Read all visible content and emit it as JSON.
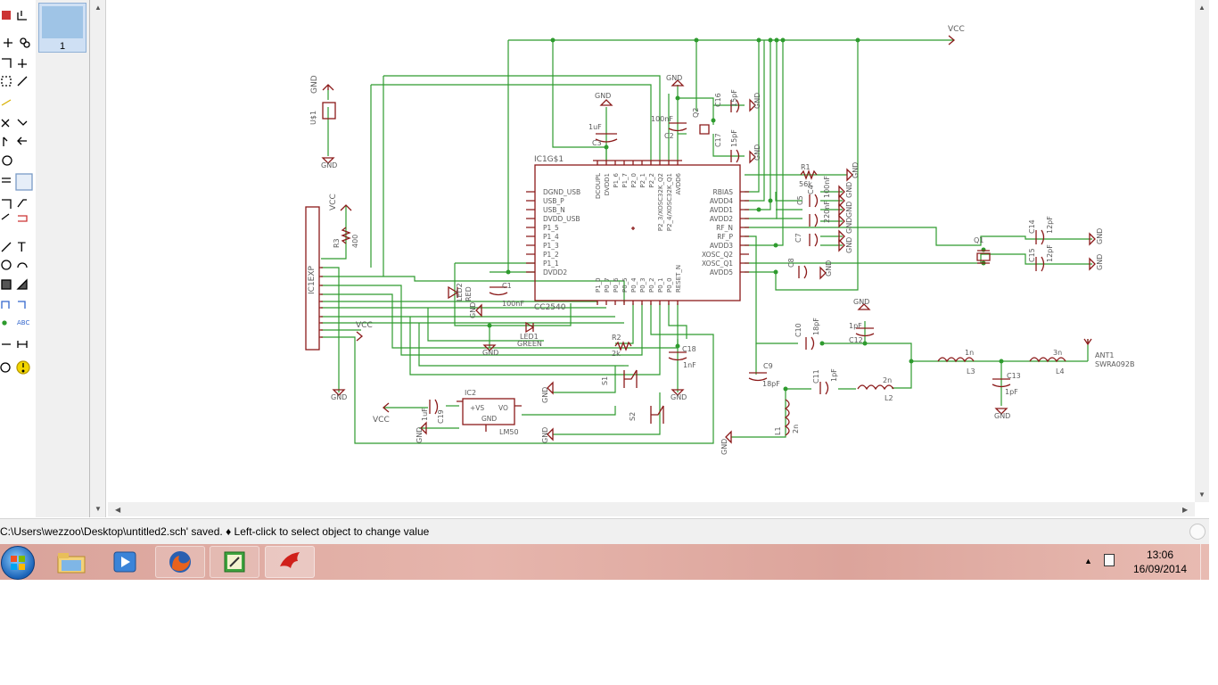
{
  "pages_panel": {
    "page_number": "1"
  },
  "schematic": {
    "net_labels": [
      "VCC",
      "GND",
      "VCC",
      "VCC",
      "VCC"
    ],
    "u1": "U$1",
    "ic1": {
      "ref": "IC1G$1",
      "name": "CC2540",
      "left_pins": [
        "DGND_USB",
        "USB_P",
        "USB_N",
        "DVDD_USB",
        "P1_5",
        "P1_4",
        "P1_3",
        "P1_2",
        "P1_1",
        "DVDD2"
      ],
      "top_pins": [
        "DCOUPL",
        "DVDD1",
        "P1_6",
        "P1_7",
        "P2_0",
        "P2_1",
        "P2_2",
        "P2_3/XOSC32K_Q2",
        "P2_4/XOSC32K_Q1",
        "AVDD6"
      ],
      "right_pins": [
        "RBIAS",
        "AVDD4",
        "AVDD1",
        "AVDD2",
        "RF_N",
        "RF_P",
        "AVDD3",
        "XOSC_Q2",
        "XOSC_Q1",
        "AVDD5"
      ],
      "bottom_pins": [
        "P1_0",
        "P0_7",
        "P0_6",
        "P0_5",
        "P0_4",
        "P0_3",
        "P0_2",
        "P0_1",
        "P0_0",
        "RESET_N"
      ]
    },
    "components": {
      "c1": {
        "ref": "C1",
        "value": "100nF"
      },
      "c2": {
        "ref": "C2",
        "value": "100nF"
      },
      "c3": {
        "ref": "C3",
        "value": "1uF"
      },
      "c4": {
        "ref": "C4",
        "value": "100nF"
      },
      "c5": {
        "ref": "C5",
        "value": "220nF"
      },
      "c7": {
        "ref": "C7"
      },
      "c8": {
        "ref": "C8"
      },
      "c9": {
        "ref": "C9",
        "value": "18pF"
      },
      "c10": {
        "ref": "C10",
        "value": "18pF"
      },
      "c11": {
        "ref": "C11",
        "value": "1pF"
      },
      "c12": {
        "ref": "C12",
        "value": "1pF"
      },
      "c13": {
        "ref": "C13",
        "value": "1pF"
      },
      "c14": {
        "ref": "C14",
        "value": "12pF"
      },
      "c15": {
        "ref": "C15",
        "value": "12pF"
      },
      "c16": {
        "ref": "C16",
        "value": "15pF"
      },
      "c17": {
        "ref": "C17",
        "value": "15pF"
      },
      "c18": {
        "ref": "C18",
        "value": "1nF"
      },
      "c19": {
        "ref": "C19",
        "value": "1uF"
      },
      "r1": {
        "ref": "R1",
        "value": "56k"
      },
      "r2": {
        "ref": "R2",
        "value": "2k"
      },
      "r3": {
        "ref": "R3",
        "value": "400"
      },
      "l1": {
        "ref": "L1",
        "value": "2n"
      },
      "l2": {
        "ref": "L2",
        "value": "2n"
      },
      "l3": {
        "ref": "L3",
        "value": "1n"
      },
      "l4": {
        "ref": "L4",
        "value": "3n"
      },
      "q1": {
        "ref": "Q1"
      },
      "q2": {
        "ref": "Q2"
      },
      "s1": {
        "ref": "S1"
      },
      "s2": {
        "ref": "S2"
      },
      "led1": {
        "ref": "LED1",
        "value": "GREEN"
      },
      "led2": {
        "ref": "LED2",
        "value": "RED"
      },
      "ant1": {
        "ref": "ANT1",
        "value": "SWRA092B"
      },
      "ic2": {
        "ref": "IC2",
        "value": "LM50",
        "pins": [
          "+VS",
          "VO",
          "GND"
        ]
      },
      "connector": {
        "ref": "IC1EXP"
      }
    }
  },
  "status": {
    "message": "C:\\Users\\wezzoo\\Desktop\\untitled2.sch' saved.  ♦ Left-click to select object to change value"
  },
  "taskbar": {
    "time": "13:06",
    "date": "16/09/2014"
  },
  "colors": {
    "wire": "#2e9b2e",
    "symbol": "#8b1a1a",
    "text": "#5a5a5a"
  }
}
